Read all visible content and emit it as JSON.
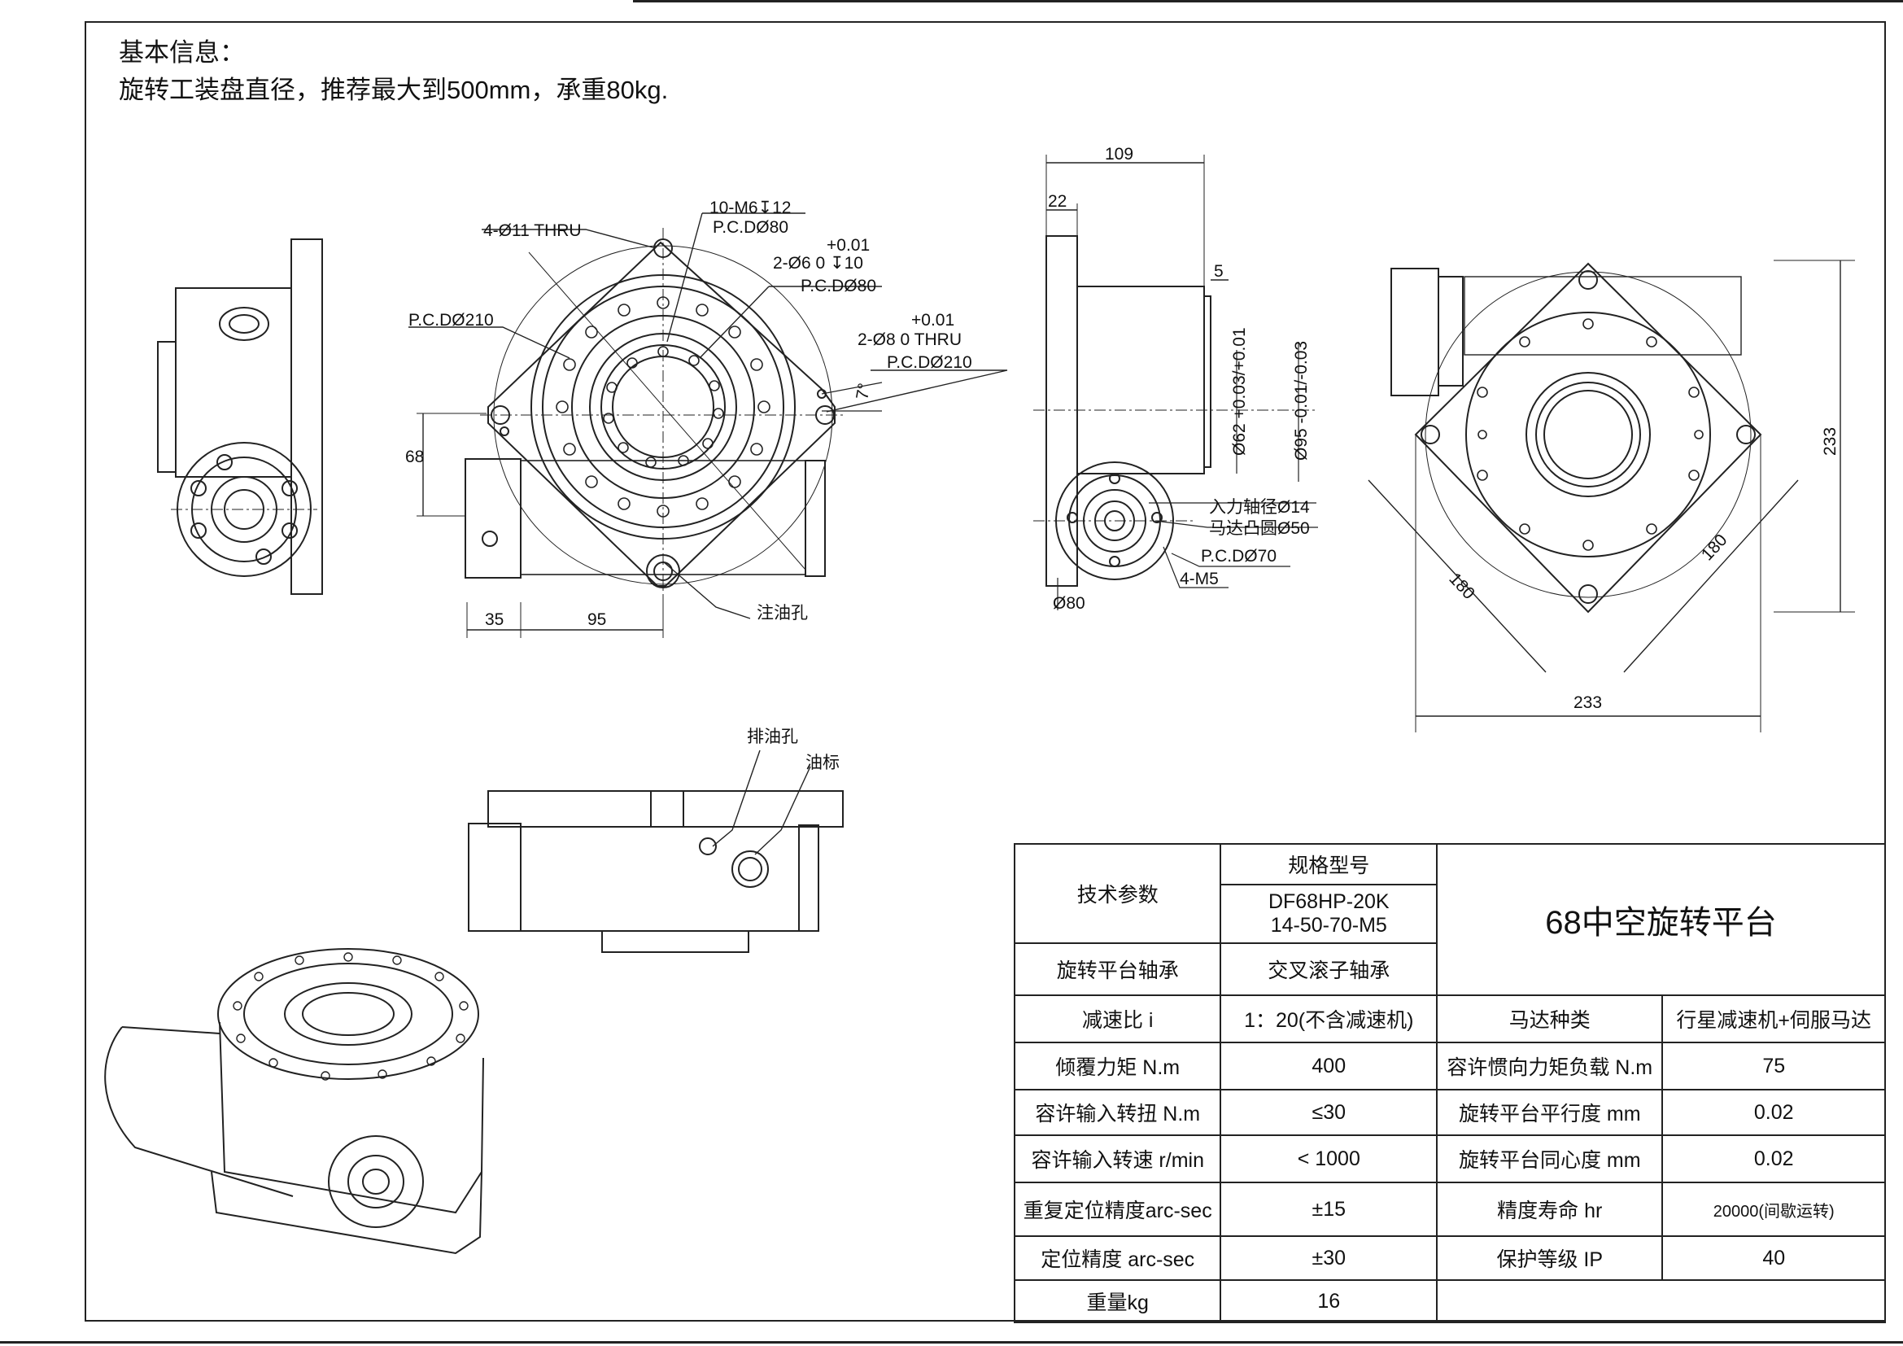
{
  "info": {
    "heading": "基本信息：",
    "description": "旋转工装盘直径，推荐最大到500mm，承重80kg."
  },
  "annotations": {
    "thru_holes": "4-Ø11 THRU",
    "m6_tap": "10-M6↧12",
    "pcd80_a": "P.C.DØ80",
    "pin6_tol": "+0.01",
    "pin6": "2-Ø6   0   ↧10",
    "pcd80_b": "P.C.DØ80",
    "pcd210_left": "P.C.DØ210",
    "pin8_tol": "+0.01",
    "pin8": "2-Ø8   0     THRU",
    "pcd210_right": "P.C.DØ210",
    "angle": "7°",
    "dim_68": "68",
    "dim_35": "35",
    "dim_95": "95",
    "oil_fill": "注油孔",
    "dim_109": "109",
    "dim_22": "22",
    "dim_5": "5",
    "dia62": "Ø62 +0.03/+0.01",
    "dia95": "Ø95 -0.01/-0.03",
    "input_shaft": "入力轴径Ø14",
    "motor_boss": "马达凸圆Ø50",
    "pcd70": "P.C.DØ70",
    "m5": "4-M5",
    "dia80": "Ø80",
    "dim_233_h": "233",
    "dim_233_v": "233",
    "dim_180_a": "180",
    "dim_180_b": "180",
    "oil_drain": "排油孔",
    "oil_gauge": "油标"
  },
  "spec": {
    "tech_params": "技术参数",
    "model_header": "规格型号",
    "model_line1": "DF68HP-20K",
    "model_line2": "14-50-70-M5",
    "title": "68中空旋转平台",
    "rows": [
      {
        "label": "旋转平台轴承",
        "value": "交叉滚子轴承"
      },
      {
        "label": "减速比         i",
        "value": "1：20(不含减速机)",
        "label2": "马达种类",
        "value2": "行星减速机+伺服马达"
      },
      {
        "label": "倾覆力矩  N.m",
        "value": "400",
        "label2": "容许惯向力矩负载 N.m",
        "value2": "75"
      },
      {
        "label": "容许输入转扭 N.m",
        "value": "≤30",
        "label2": "旋转平台平行度    mm",
        "value2": "0.02"
      },
      {
        "label": "容许输入转速 r/min",
        "value": "< 1000",
        "label2": "旋转平台同心度     mm",
        "value2": "0.02"
      },
      {
        "label": "重复定位精度arc-sec",
        "value": "±15",
        "label2": "精度寿命              hr",
        "value2": "20000(间歇运转)"
      },
      {
        "label": "定位精度 arc-sec",
        "value": "±30",
        "label2": "保护等级              IP",
        "value2": "40"
      },
      {
        "label": "重量kg",
        "value": "16"
      }
    ]
  }
}
